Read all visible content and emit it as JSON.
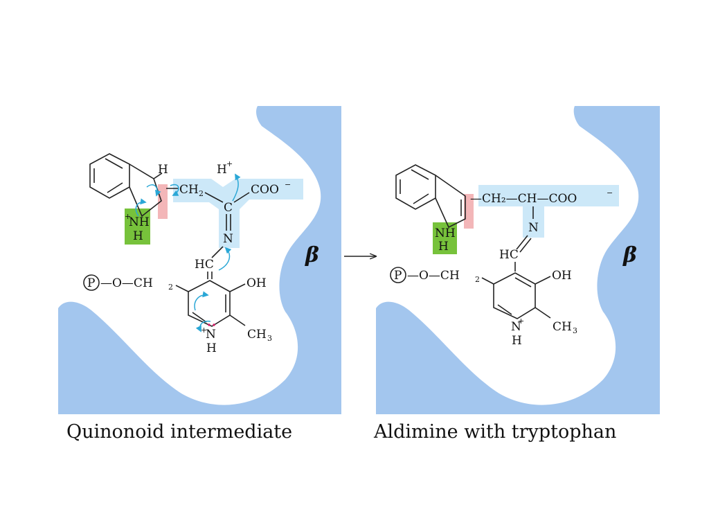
{
  "colors": {
    "pocket": "#a3c6ee",
    "highlight_blue": "#cce8f8",
    "highlight_green": "#77c23b",
    "highlight_pink": "#f3b6b8",
    "arrow_cyan": "#2aa7d6",
    "lone_pair": "#d61f6a"
  },
  "left_panel": {
    "caption": "Quinonoid intermediate",
    "subunit": "β",
    "atoms": {
      "h_indole_c": "H",
      "nh": "NH",
      "h_n": "H",
      "ch2": "CH",
      "ch2_sub": "2",
      "hplus": "H",
      "c_alpha": "C",
      "coo": "COO",
      "n_imine": "N",
      "hc": "HC",
      "phos": "P",
      "o_ch2": "—O—CH",
      "o_ch2_sub": "2",
      "oh": "OH",
      "n_ring": "N",
      "h_ring": "H",
      "ch3": "CH",
      "ch3_sub": "3"
    }
  },
  "right_panel": {
    "caption": "Aldimine with tryptophan",
    "subunit": "β",
    "atoms": {
      "chain": "—CH₂—CH—COO",
      "nh": "NH",
      "h_n": "H",
      "n_imine": "N",
      "hc": "HC",
      "phos": "P",
      "o_ch2": "—O—CH",
      "o_ch2_sub": "2",
      "oh": "OH",
      "n_ring": "N",
      "h_ring": "H",
      "ch3": "CH",
      "ch3_sub": "3"
    }
  },
  "reaction_arrow": "→"
}
